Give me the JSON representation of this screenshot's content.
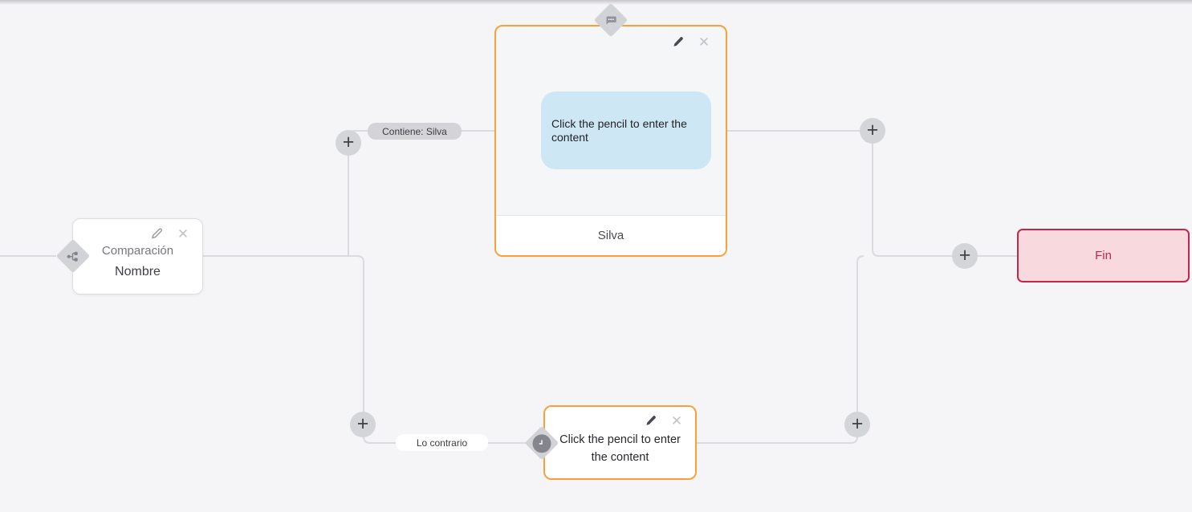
{
  "flow_editor": {
    "nodes": {
      "comparison": {
        "title": "Comparación",
        "subtitle": "Nombre"
      },
      "message": {
        "body": "Click the pencil to enter the content",
        "footer_label": "Silva"
      },
      "delay": {
        "body": "Click the pencil to enter the content"
      },
      "end": {
        "label": "Fin"
      }
    },
    "edge_labels": {
      "match": "Contiene: Silva",
      "otherwise": "Lo contrario"
    },
    "actions": {
      "add": "+",
      "delete": "✕"
    },
    "icons": {
      "edit": "pencil-icon",
      "delete": "close-x-icon",
      "add": "plus-icon",
      "comparison_type": "branch-icon",
      "message_type": "chat-bubble-dots-icon",
      "delay_type": "clock-icon"
    }
  },
  "colors": {
    "accent_orange": "#F8A13B",
    "end_border": "#C2274B",
    "end_fill": "#F7D9DE",
    "bubble_blue": "#CDE7F5",
    "edge_gray": "#DBDBDF",
    "pill_gray": "#D3D3D8",
    "node_border_gray": "#DDDDE1",
    "canvas_bg": "#F5F5F7",
    "diamond_gray": "#D2D3D7",
    "plus_bg": "#D4D5D9"
  }
}
